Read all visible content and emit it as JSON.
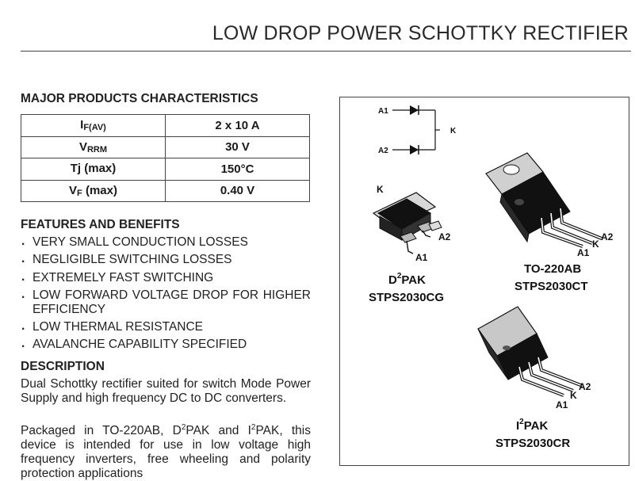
{
  "header": {
    "title": "LOW DROP POWER SCHOTTKY RECTIFIER"
  },
  "characteristics": {
    "heading": "MAJOR PRODUCTS CHARACTERISTICS",
    "rows": [
      {
        "symbol": "I",
        "sub": "F(AV)",
        "suffix": "",
        "value": "2 x 10 A"
      },
      {
        "symbol": "V",
        "sub": "RRM",
        "suffix": "",
        "value": "30 V"
      },
      {
        "symbol": "Tj (max)",
        "sub": "",
        "suffix": "",
        "value": "150°C"
      },
      {
        "symbol": "V",
        "sub": "F",
        "suffix": " (max)",
        "value": "0.40 V"
      }
    ]
  },
  "features": {
    "heading": "FEATURES AND BENEFITS",
    "items": [
      "VERY SMALL CONDUCTION LOSSES",
      "NEGLIGIBLE SWITCHING LOSSES",
      "EXTREMELY FAST SWITCHING",
      "LOW FORWARD VOLTAGE DROP FOR HIGHER EFFICIENCY",
      "LOW THERMAL RESISTANCE",
      "AVALANCHE CAPABILITY SPECIFIED"
    ]
  },
  "description": {
    "heading": "DESCRIPTION",
    "para1": "Dual Schottky rectifier suited for switch Mode Power Supply and high frequency DC to DC converters.",
    "para2": {
      "t1": "Packaged in TO-220AB, D",
      "s1": "2",
      "t2": "PAK and I",
      "s2": "2",
      "t3": "PAK, this device is intended for use in low voltage high frequency inverters, free wheeling and polarity protection applications"
    }
  },
  "schematic": {
    "pin_a1": "A1",
    "pin_a2": "A2",
    "pin_k": "K"
  },
  "packages": {
    "d2pak": {
      "name_prefix": "D",
      "name_sup": "2",
      "name_suffix": "PAK",
      "part": "STPS2030CG",
      "pin_k": "K",
      "pin_a1": "A1",
      "pin_a2": "A2"
    },
    "to220": {
      "name": "TO-220AB",
      "part": "STPS2030CT",
      "pin_a1": "A1",
      "pin_k": "K",
      "pin_a2": "A2"
    },
    "i2pak": {
      "name_prefix": "I",
      "name_sup": "2",
      "name_suffix": "PAK",
      "part": "STPS2030CR",
      "pin_a1": "A1",
      "pin_k": "K",
      "pin_a2": "A2"
    }
  }
}
